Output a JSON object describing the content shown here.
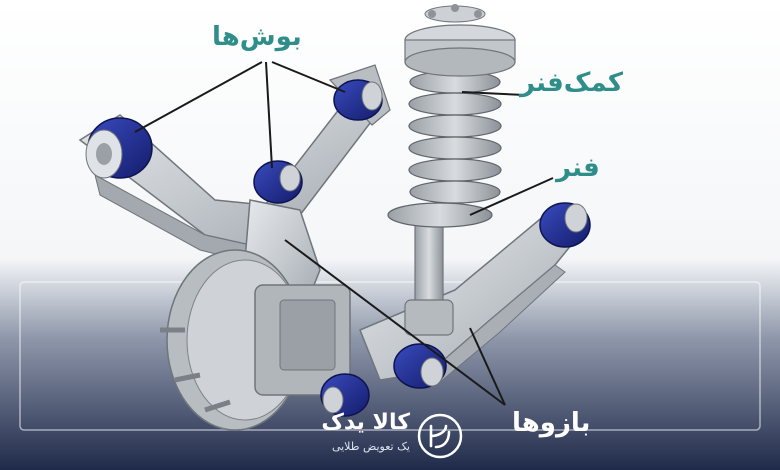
{
  "labels": {
    "bushings": "بوش‌ها",
    "shock_spring": "کمک‌فنر",
    "spring": "فنر",
    "arms": "بازوها"
  },
  "brand": {
    "name": "کالا یدک",
    "tagline": "یک تعویض طلایی",
    "logo_icon": "kalayadak-logo-icon"
  },
  "colors": {
    "label": "#2f8e8a",
    "bushing": "#1c2a8c",
    "metal": "#c9ced3",
    "bottom_band": "#1f2a4a"
  }
}
